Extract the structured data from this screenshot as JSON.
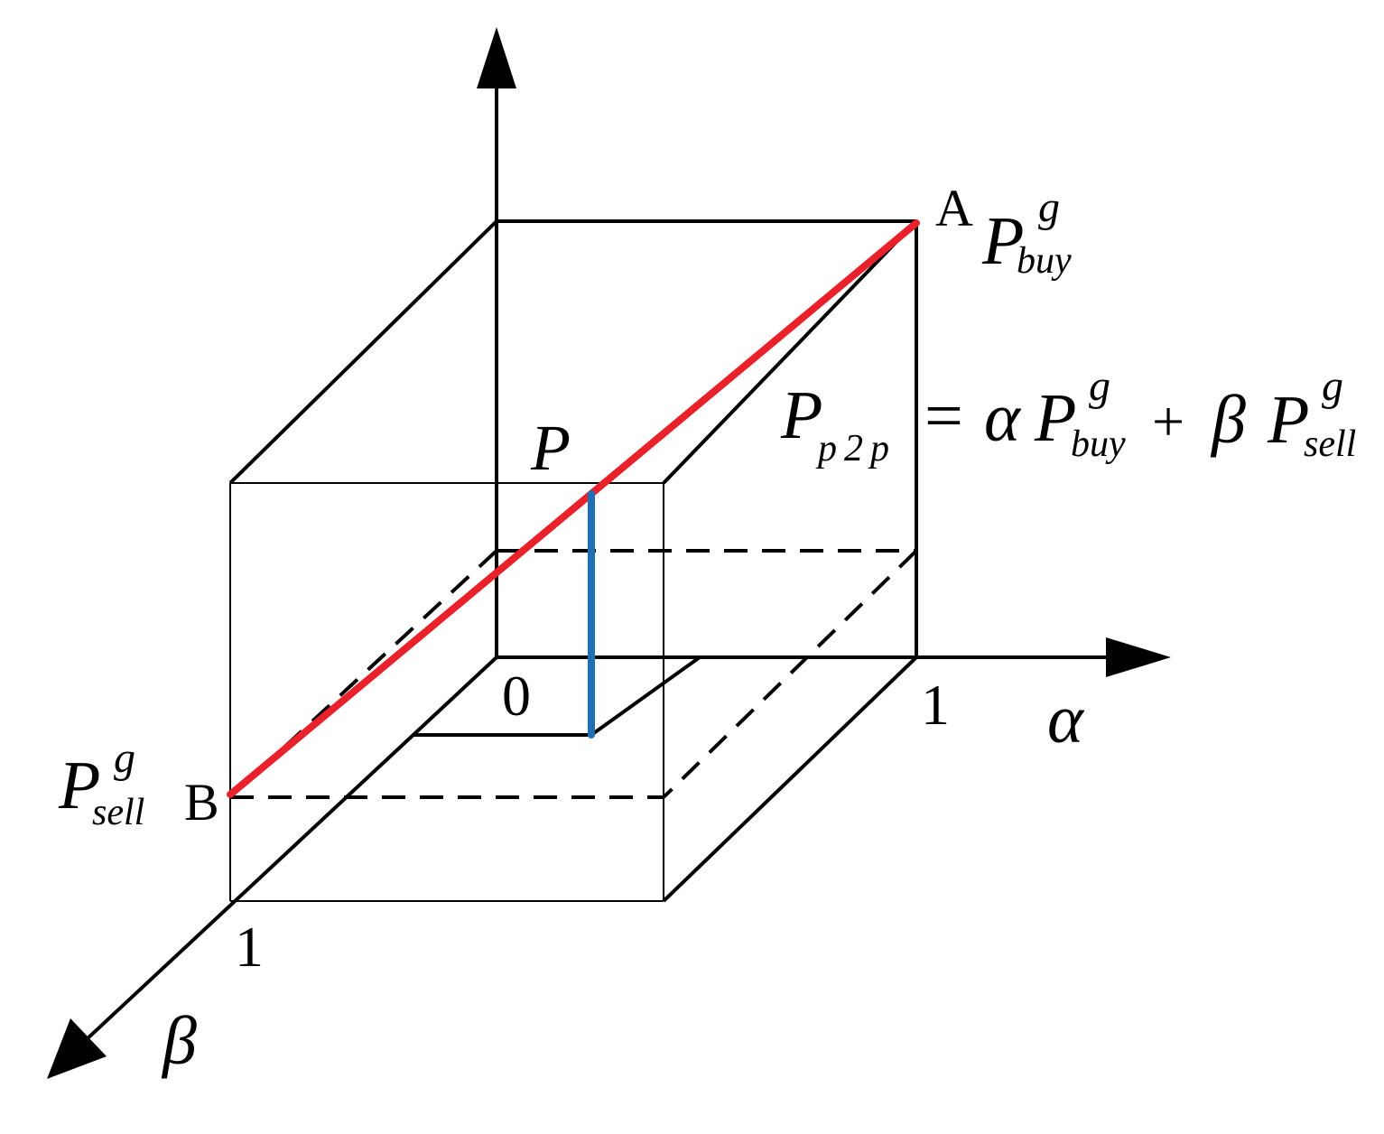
{
  "labels": {
    "origin": "0",
    "alpha_tick": "1",
    "beta_tick": "1",
    "alpha_axis": "α",
    "beta_axis": "β",
    "point_a": "A",
    "point_b": "B",
    "point_p": "P"
  },
  "price_buy": {
    "symbol": "P",
    "sup": "g",
    "sub": "buy"
  },
  "price_sell": {
    "symbol": "P",
    "sup": "g",
    "sub": "sell"
  },
  "equation": {
    "lhs_symbol": "P",
    "lhs_sub": "p2p",
    "equals": "=",
    "alpha": "α",
    "beta": "β",
    "plus": "+",
    "term1_symbol": "P",
    "term1_sup": "g",
    "term1_sub": "buy",
    "term2_symbol": "P",
    "term2_sup": "g",
    "term2_sub": "sell"
  },
  "colors": {
    "line_ab": "#e8212b",
    "line_p": "#1f6fb5",
    "stroke": "#000000"
  }
}
